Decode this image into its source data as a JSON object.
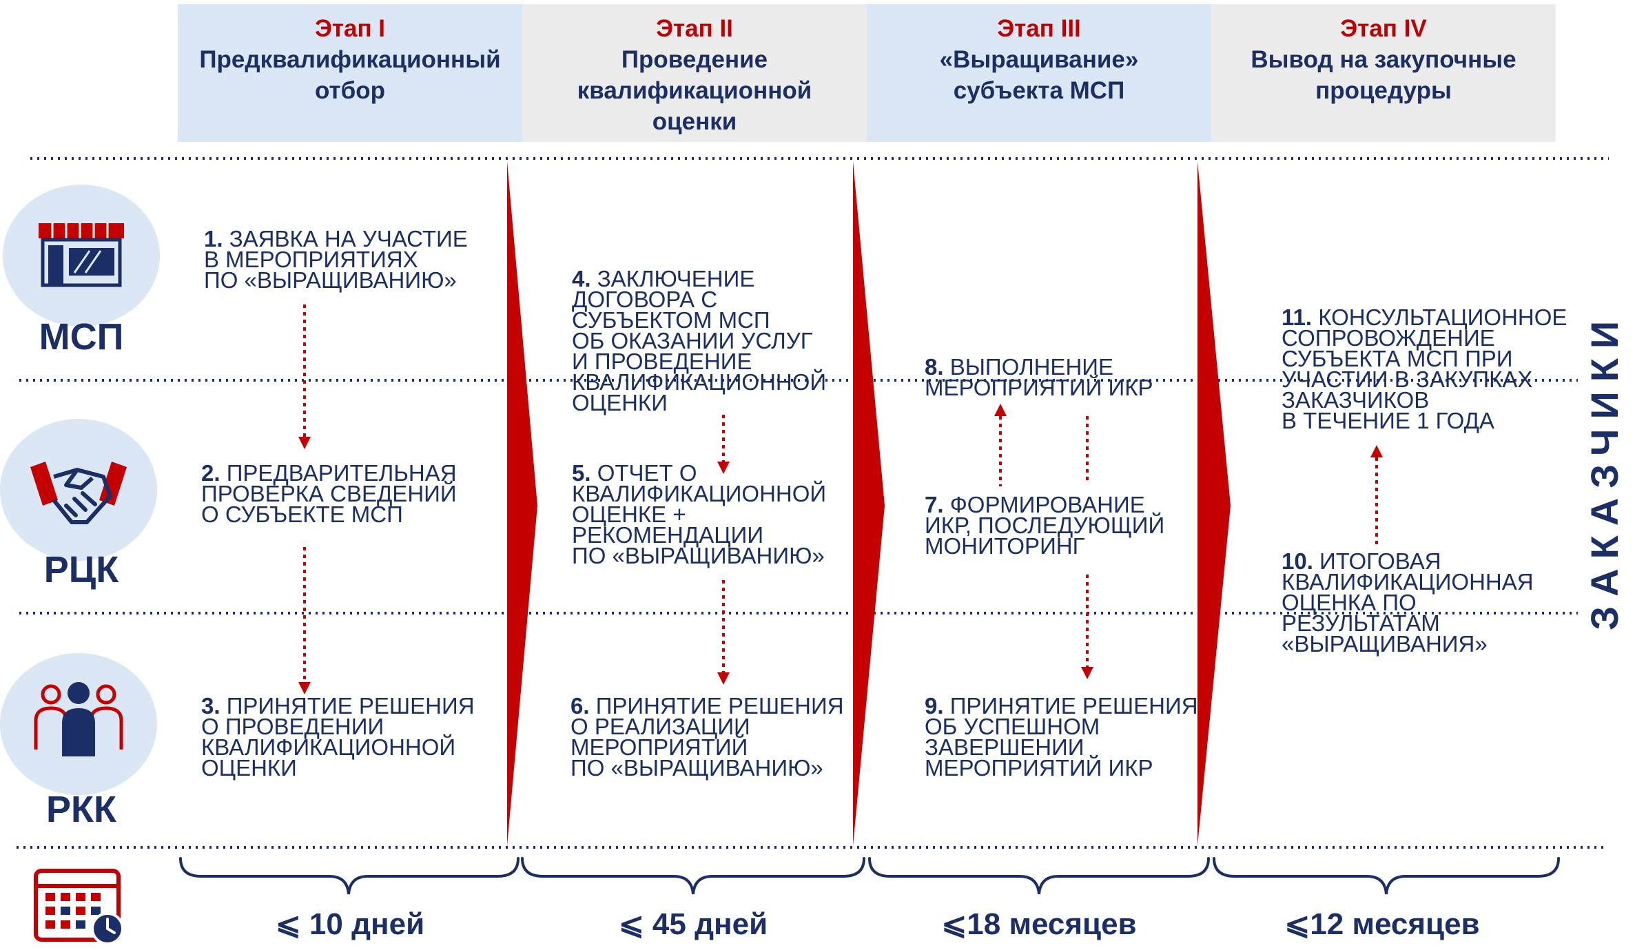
{
  "stages": [
    {
      "label": "Этап I",
      "title": "Предквалификационный\nотбор"
    },
    {
      "label": "Этап II",
      "title": "Проведение\nквалификационной\nоценки"
    },
    {
      "label": "Этап III",
      "title": "«Выращивание»\nсубъекта МСП"
    },
    {
      "label": "Этап IV",
      "title": "Вывод на закупочные\nпроцедуры"
    }
  ],
  "rows": [
    {
      "label": "МСП",
      "icon": "storefront-icon"
    },
    {
      "label": "РЦК",
      "icon": "handshake-icon"
    },
    {
      "label": "РКК",
      "icon": "people-group-icon"
    }
  ],
  "steps": [
    {
      "num": "1.",
      "text": " ЗАЯВКА НА УЧАСТИЕ\nВ МЕРОПРИЯТИЯХ\nПО «ВЫРАЩИВАНИЮ»"
    },
    {
      "num": "2.",
      "text": " ПРЕДВАРИТЕЛЬНАЯ\nПРОВЕРКА СВЕДЕНИЙ\nО СУБЪЕКТЕ МСП"
    },
    {
      "num": "3.",
      "text": " ПРИНЯТИЕ РЕШЕНИЯ\nО ПРОВЕДЕНИИ\nКВАЛИФИКАЦИОННОЙ\nОЦЕНКИ"
    },
    {
      "num": "4.",
      "text": " ЗАКЛЮЧЕНИЕ\nДОГОВОРА С\nСУБЪЕКТОМ МСП\nОБ ОКАЗАНИИ УСЛУГ\nИ ПРОВЕДЕНИЕ\nКВАЛИФИКАЦИОННОЙ\nОЦЕНКИ"
    },
    {
      "num": "5.",
      "text": " ОТЧЕТ О\nКВАЛИФИКАЦИОННОЙ\nОЦЕНКЕ +\nРЕКОМЕНДАЦИИ\nПО «ВЫРАЩИВАНИЮ»"
    },
    {
      "num": "6.",
      "text": " ПРИНЯТИЕ РЕШЕНИЯ\nО РЕАЛИЗАЦИИ\nМЕРОПРИЯТИЙ\nПО «ВЫРАЩИВАНИЮ»"
    },
    {
      "num": "7.",
      "text": " ФОРМИРОВАНИЕ\nИКР, ПОСЛЕДУЮЩИЙ\nМОНИТОРИНГ"
    },
    {
      "num": "8.",
      "text": " ВЫПОЛНЕНИЕ\nМЕРОПРИЯТИЙ ИКР"
    },
    {
      "num": "9.",
      "text": " ПРИНЯТИЕ РЕШЕНИЯ\nОБ УСПЕШНОМ\nЗАВЕРШЕНИИ\nМЕРОПРИЯТИЙ ИКР"
    },
    {
      "num": "10.",
      "text": " ИТОГОВАЯ\nКВАЛИФИКАЦИОННАЯ\nОЦЕНКА ПО\nРЕЗУЛЬТАТАМ\n«ВЫРАЩИВАНИЯ»"
    },
    {
      "num": "11.",
      "text": " КОНСУЛЬТАЦИОННОЕ\nСОПРОВОЖДЕНИЕ\nСУБЪЕКТА МСП ПРИ\nУЧАСТИИ В ЗАКУПКАХ\nЗАКАЗЧИКОВ\nВ ТЕЧЕНИЕ 1 ГОДА"
    }
  ],
  "durations": [
    "⩽ 10 дней",
    "⩽ 45 дней",
    "⩽18 месяцев",
    "⩽12 месяцев"
  ],
  "customers_label": "ЗАКАЗЧИКИ",
  "calendar_icon": "calendar-clock-icon",
  "colors": {
    "navy": "#1b2f66",
    "red": "#c00000",
    "light_blue": "#dbe7f4",
    "light_gray": "#ececec"
  }
}
